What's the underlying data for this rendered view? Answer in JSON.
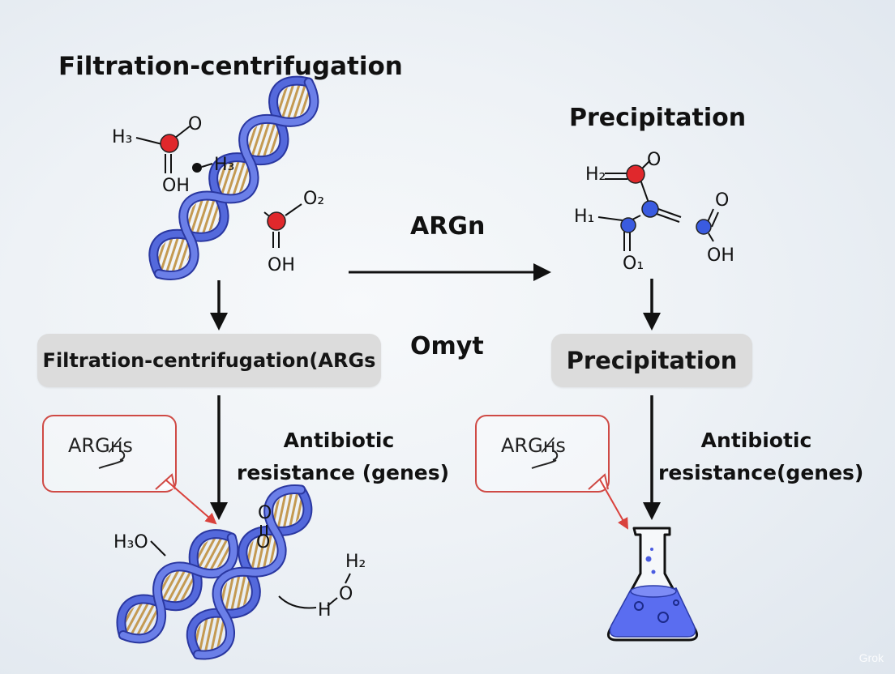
{
  "left": {
    "title": "Filtration-centrifugation",
    "box": "Filtration-centrifugation(ARGs",
    "callout": "ARGʜ̸s",
    "description_line1": "Antibiotic",
    "description_line2": "resistance (genes)",
    "molecule_top": [
      "H₃",
      "O",
      "OH",
      "H₃",
      "O₂",
      "OH"
    ],
    "molecule_bottom": [
      "H₃O",
      "O",
      "O",
      "H₂",
      "O",
      "H"
    ]
  },
  "right": {
    "title": "Precipitation",
    "box": "Precipitation",
    "callout": "ARGʜ̸s",
    "description_line1": "Antibiotic",
    "description_line2": "resistance(genes)",
    "molecule_top": [
      "H₂",
      "O",
      "H₁",
      "O₁",
      "O",
      "OH"
    ]
  },
  "center": {
    "arrow_label": "ARGn",
    "middle_label": "Omyt"
  },
  "watermark": "Grok",
  "colors": {
    "dna_blue": "#4a5fd6",
    "dna_rung": "#c8a86a",
    "atom_red": "#e0282c",
    "atom_blue": "#3a5be0",
    "callout_red": "#cf4a45",
    "pill_gray": "#dcdcdc",
    "liquid_blue": "#5a6df0"
  }
}
